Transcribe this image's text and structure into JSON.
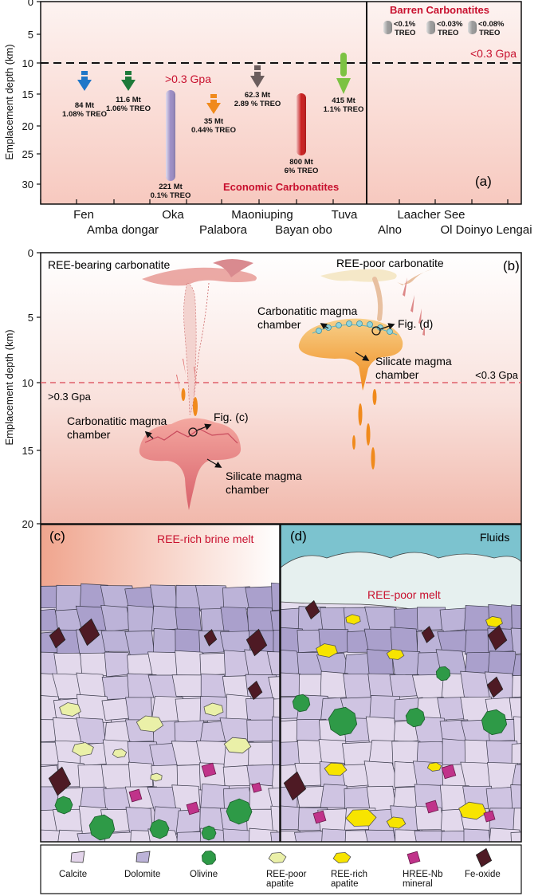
{
  "panel_a": {
    "y_axis_label": "Emplacement depth (km)",
    "y_ticks": [
      "0",
      "5",
      "10",
      "15",
      "20",
      "25",
      "30"
    ],
    "pressure_label_right": "<0.3 Gpa",
    "pressure_label_left": ">0.3 Gpa",
    "panel_label": "(a)",
    "economic_title": "Economic Carbonatites",
    "barren_title": "Barren Carbonatites",
    "economic": [
      {
        "name": "Fen",
        "tonnage": "84 Mt",
        "grade": "1.08% TREO",
        "color": "#1f77c8"
      },
      {
        "name": "Amba dongar",
        "tonnage": "11.6 Mt",
        "grade": "1.06% TREO",
        "color": "#1e7a3a"
      },
      {
        "name": "Oka",
        "tonnage": "221 Mt",
        "grade": "0.1% TREO",
        "color": "#9b8cc4"
      },
      {
        "name": "Palabora",
        "tonnage": "35 Mt",
        "grade": "0.44% TREO",
        "color": "#f08a1c"
      },
      {
        "name": "Maoniuping",
        "tonnage": "62.3 Mt",
        "grade": "2.89 % TREO",
        "color": "#6b5d5d"
      },
      {
        "name": "Bayan obo",
        "tonnage": "800 Mt",
        "grade": "6% TREO",
        "color": "#c81e1e"
      },
      {
        "name": "Tuva",
        "tonnage": "415 Mt",
        "grade": "1.1% TREO",
        "color": "#7cc243"
      }
    ],
    "barren": [
      {
        "name": "Laacher See",
        "grade": "<0.1%",
        "unit": "TREO"
      },
      {
        "name": "Alno",
        "grade": "<0.03%",
        "unit": "TREO"
      },
      {
        "name": "Ol Doinyo Lengai",
        "grade": "<0.08%",
        "unit": "TREO"
      }
    ]
  },
  "panel_b": {
    "panel_label": "(b)",
    "y_axis_label": "Emplacement depth (km)",
    "y_ticks": [
      "0",
      "5",
      "10",
      "15",
      "20"
    ],
    "left_title": "REE-bearing carbonatite",
    "right_title": "REE-poor carbonatite",
    "pressure_low": "<0.3 Gpa",
    "pressure_high": ">0.3 Gpa",
    "carb_chamber_line1": "Carbonatitic magma",
    "carb_chamber_line2": "chamber",
    "sil_chamber_line1": "Silicate magma",
    "sil_chamber_line2": "chamber",
    "fig_c_ref": "Fig. (c)",
    "fig_d_ref": "Fig. (d)"
  },
  "panel_c": {
    "panel_label": "(c)",
    "melt_label": "REE-rich brine melt"
  },
  "panel_d": {
    "panel_label": "(d)",
    "fluids_label": "Fluids",
    "melt_label": "REE-poor melt"
  },
  "legend": [
    {
      "line1": "Calcite",
      "line2": "",
      "color": "#e3d4ea"
    },
    {
      "line1": "Dolomite",
      "line2": "",
      "color": "#bcb3d8"
    },
    {
      "line1": "Olivine",
      "line2": "",
      "color": "#2e9a47"
    },
    {
      "line1": "REE-poor",
      "line2": "apatite",
      "color": "#eaf0a8"
    },
    {
      "line1": "REE-rich",
      "line2": "apatite",
      "color": "#f7e400"
    },
    {
      "line1": "HREE-Nb",
      "line2": "mineral",
      "color": "#c0338a"
    },
    {
      "line1": "Fe-oxide",
      "line2": "",
      "color": "#4e1a24"
    }
  ]
}
